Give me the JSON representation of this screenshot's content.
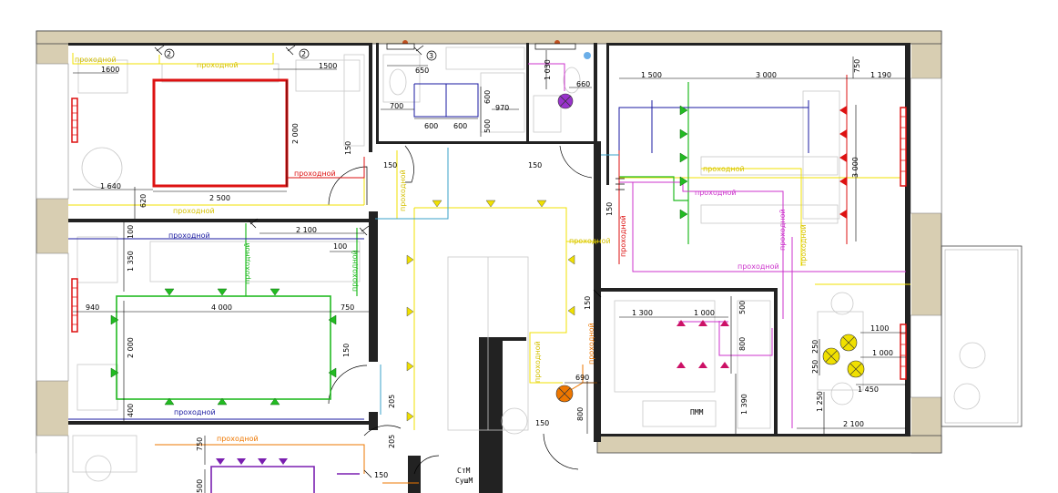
{
  "colors": {
    "facade": "#d8ceb2",
    "wall": "#222222",
    "light_yellow": "#f0e000",
    "green": "#22bb22",
    "red": "#dd1111",
    "blue": "#1a1aa0",
    "magenta": "#cc33cc",
    "orange": "#ee7700",
    "purple": "#7a1fb0",
    "cyan": "#3aa0c8",
    "pink": "#cc1166"
  },
  "labels": {
    "passage": "проходной",
    "pmm": "ПММ",
    "stm": "СтМ",
    "sushm": "СушМ"
  },
  "markers": {
    "m1": "2",
    "m2": "2",
    "m3": "3"
  },
  "dims": {
    "d1600": "1600",
    "d1500": "1500",
    "d650": "650",
    "d1030": "1 030",
    "d660": "660",
    "d1500b": "1 500",
    "d3000": "3 000",
    "d750": "750",
    "d1190": "1 190",
    "d700": "700",
    "d600a": "600",
    "d970": "970",
    "d600b": "600",
    "d600c": "600",
    "d500": "500",
    "d2000": "2 000",
    "d150a": "150",
    "d150b": "150",
    "d150c": "150",
    "d1640": "1 640",
    "d620": "620",
    "d2500": "2 500",
    "d3000v": "3 000",
    "d150d": "150",
    "d100": "100",
    "d2100": "2 100",
    "d100b": "100",
    "d1350": "1 350",
    "d940": "940",
    "d4000": "4 000",
    "d750b": "750",
    "d2000b": "2 000",
    "d150e": "150",
    "d400": "400",
    "d205a": "205",
    "d205b": "205",
    "d1300": "1 300",
    "d1000a": "1 000",
    "d500b": "500",
    "d800": "800",
    "d150f": "150",
    "d690": "690",
    "d800b": "800",
    "d1390": "1 390",
    "d150g": "150",
    "d1100": "1100",
    "d250a": "250",
    "d250b": "250",
    "d1000b": "1 000",
    "d1450": "1 450",
    "d1250": "1 250",
    "d2100b": "2 100",
    "d750c": "750",
    "d500c": "500",
    "d150h": "150"
  }
}
